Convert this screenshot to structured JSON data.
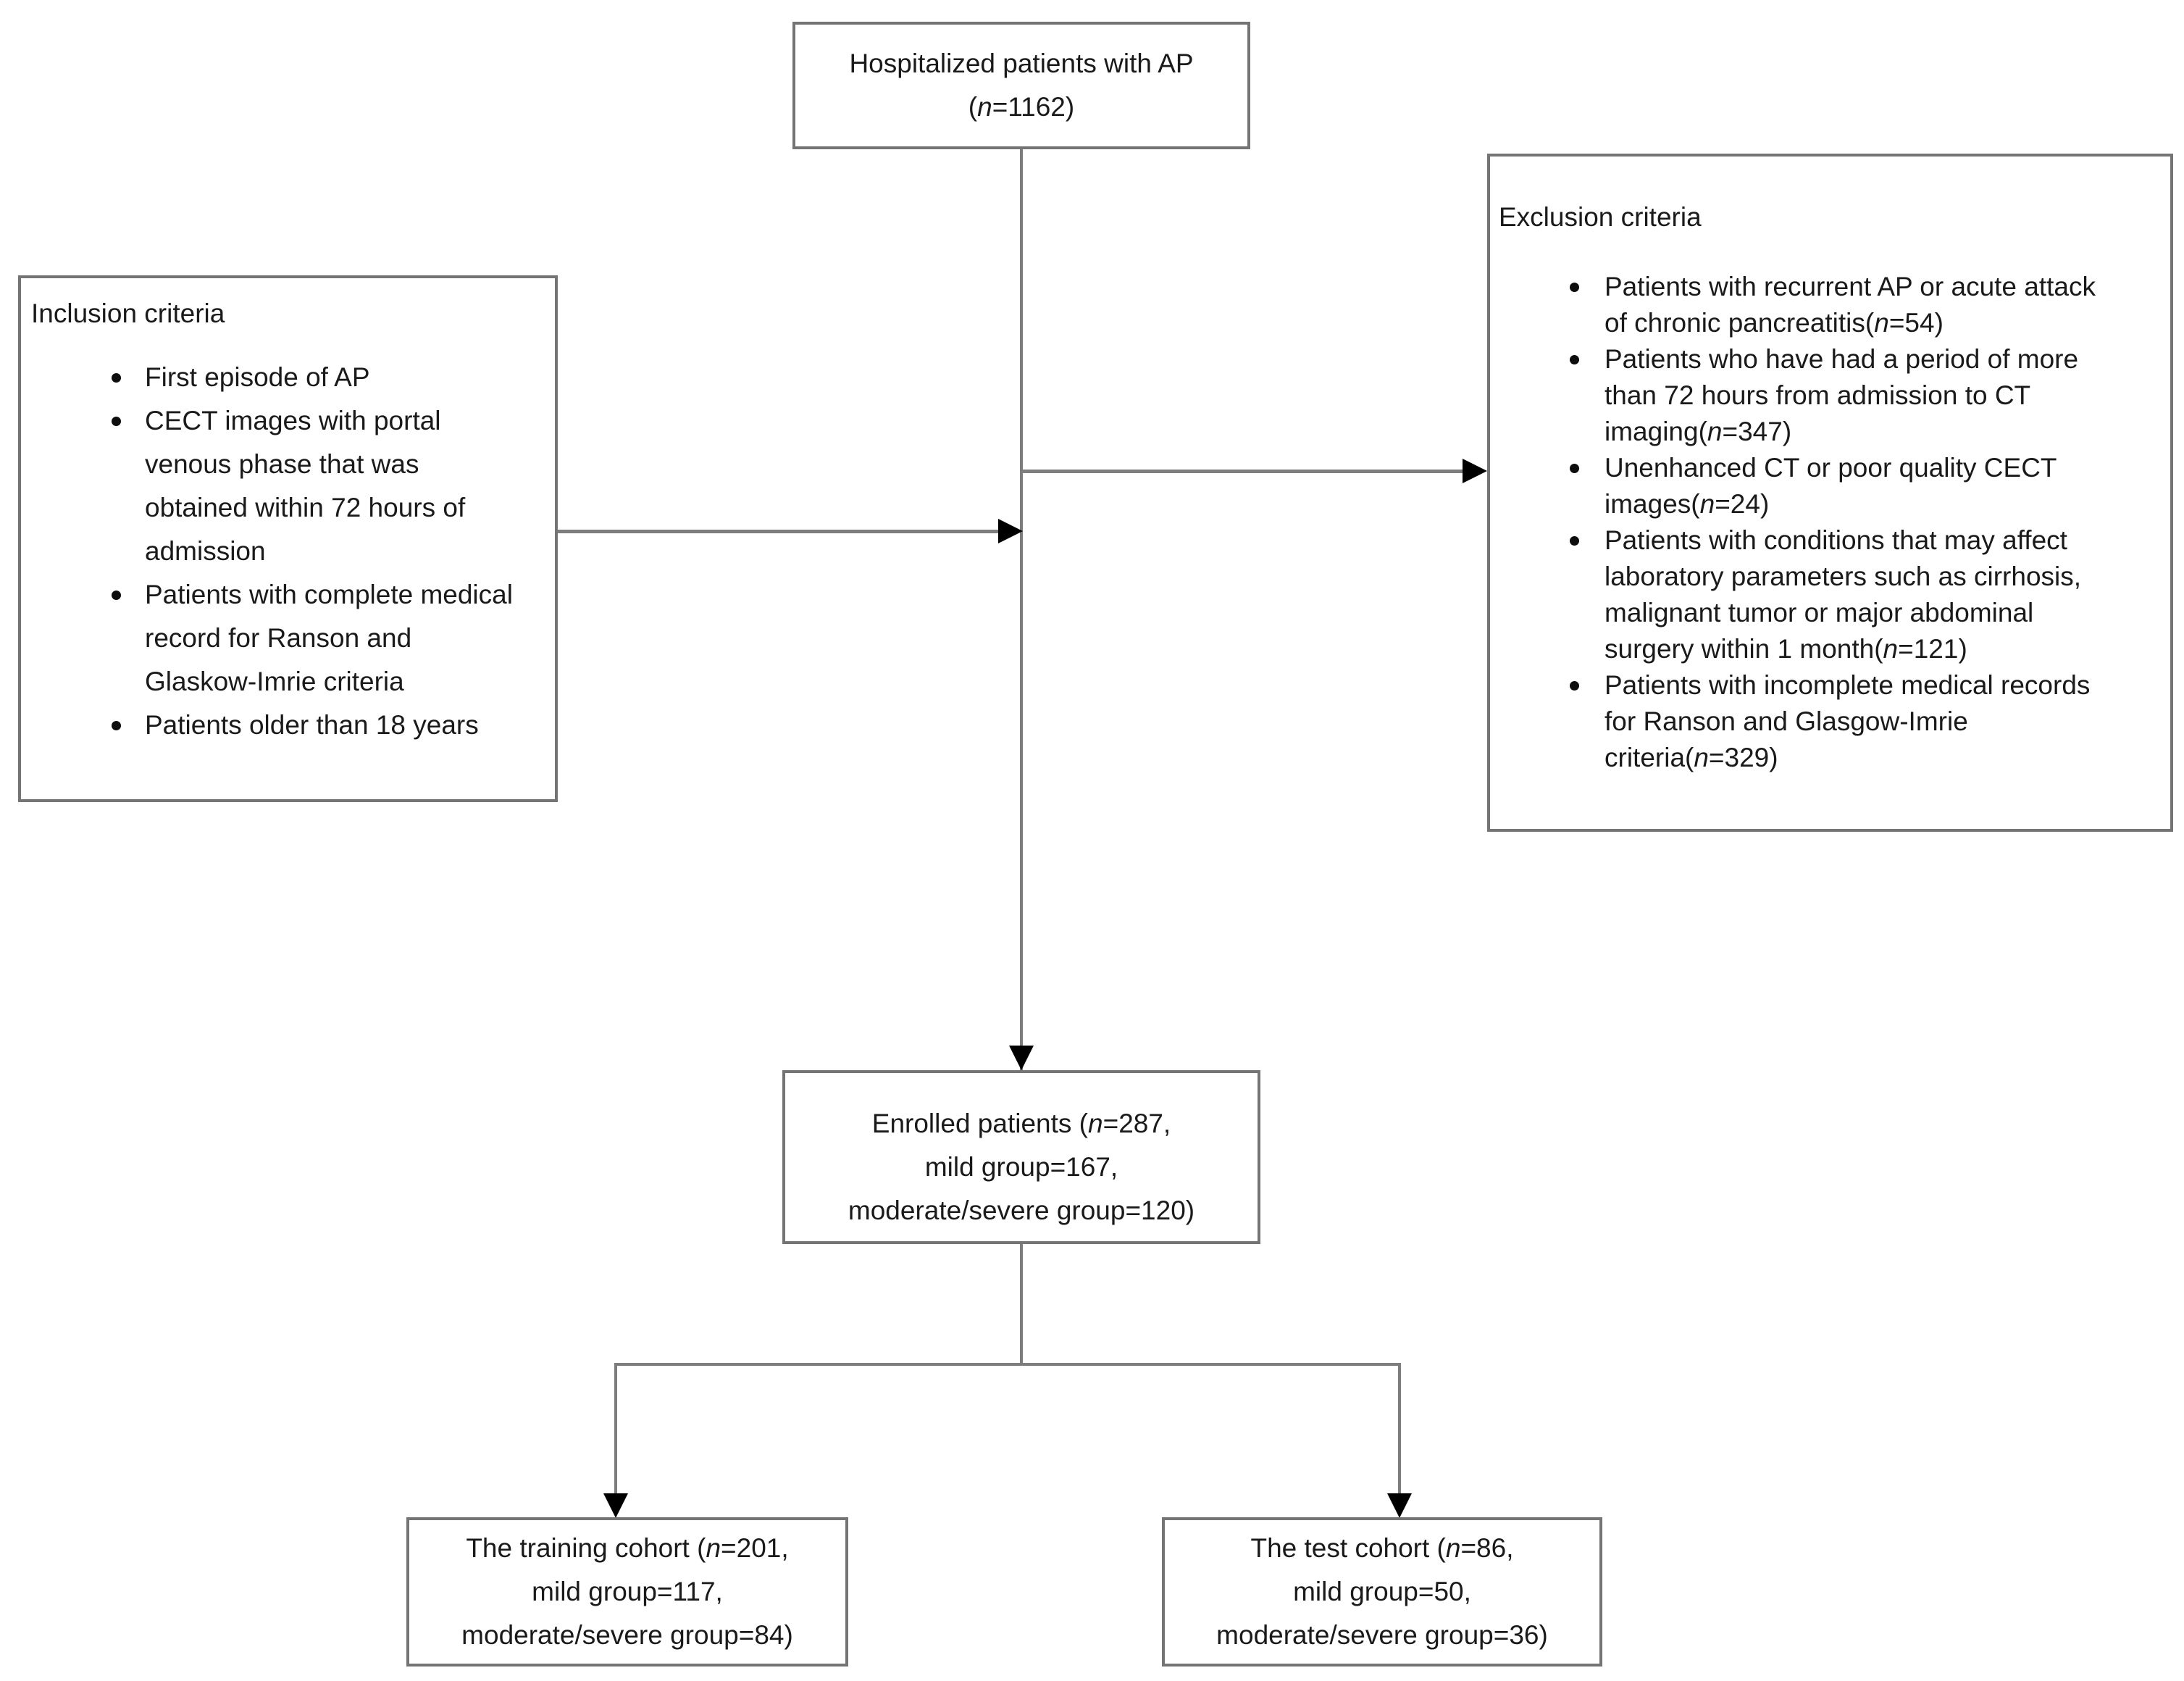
{
  "colors": {
    "border": "#747474",
    "line": "#7d7d7d",
    "arrowhead": "#000000",
    "text": "#1a1a1a",
    "background": "#ffffff"
  },
  "flowchart": {
    "top_box": [
      {
        "t": "Hospitalized patients with AP"
      },
      {
        "br": true
      },
      {
        "t": "("
      },
      {
        "t": "n",
        "i": true
      },
      {
        "t": "=1162)"
      }
    ],
    "inclusion": {
      "title": "Inclusion criteria",
      "bullets": [
        [
          {
            "t": "First episode of AP"
          }
        ],
        [
          {
            "t": "CECT images with portal"
          },
          {
            "br": true
          },
          {
            "t": "venous phase that was"
          },
          {
            "br": true
          },
          {
            "t": "obtained within 72 hours of"
          },
          {
            "br": true
          },
          {
            "t": "admission"
          }
        ],
        [
          {
            "t": "Patients with complete medical"
          },
          {
            "br": true
          },
          {
            "t": "record for Ranson and"
          },
          {
            "br": true
          },
          {
            "t": "Glaskow-Imrie criteria"
          }
        ],
        [
          {
            "t": "Patients older than 18 years"
          }
        ]
      ]
    },
    "exclusion": {
      "title": "Exclusion criteria",
      "bullets": [
        [
          {
            "t": "Patients with recurrent AP or acute attack"
          },
          {
            "br": true
          },
          {
            "t": "of chronic pancreatitis("
          },
          {
            "t": "n",
            "i": true
          },
          {
            "t": "=54)"
          }
        ],
        [
          {
            "t": "Patients who have had a period of more"
          },
          {
            "br": true
          },
          {
            "t": "than 72 hours from admission to CT"
          },
          {
            "br": true
          },
          {
            "t": "imaging("
          },
          {
            "t": "n",
            "i": true
          },
          {
            "t": "=347)"
          }
        ],
        [
          {
            "t": "Unenhanced CT or poor quality CECT"
          },
          {
            "br": true
          },
          {
            "t": "images("
          },
          {
            "t": "n",
            "i": true
          },
          {
            "t": "=24)"
          }
        ],
        [
          {
            "t": "Patients with conditions that may affect"
          },
          {
            "br": true
          },
          {
            "t": "laboratory parameters such as cirrhosis,"
          },
          {
            "br": true
          },
          {
            "t": "malignant tumor or major abdominal"
          },
          {
            "br": true
          },
          {
            "t": "surgery within 1 month("
          },
          {
            "t": "n",
            "i": true
          },
          {
            "t": "=121)"
          }
        ],
        [
          {
            "t": "Patients with incomplete medical records"
          },
          {
            "br": true
          },
          {
            "t": "for Ranson and Glasgow-Imrie"
          },
          {
            "br": true
          },
          {
            "t": "criteria("
          },
          {
            "t": "n",
            "i": true
          },
          {
            "t": "=329)"
          }
        ]
      ]
    },
    "enrolled_box": [
      {
        "t": "Enrolled patients ("
      },
      {
        "t": "n",
        "i": true
      },
      {
        "t": "=287,"
      },
      {
        "br": true
      },
      {
        "t": "mild group=167,"
      },
      {
        "br": true
      },
      {
        "t": "moderate/severe group=120)"
      }
    ],
    "training_box": [
      {
        "t": "The training cohort ("
      },
      {
        "t": "n",
        "i": true
      },
      {
        "t": "=201,"
      },
      {
        "br": true
      },
      {
        "t": "mild group=117,"
      },
      {
        "br": true
      },
      {
        "t": "moderate/severe group=84)"
      }
    ],
    "test_box": [
      {
        "t": "The test cohort ("
      },
      {
        "t": "n",
        "i": true
      },
      {
        "t": "=86,"
      },
      {
        "br": true
      },
      {
        "t": "mild group=50,"
      },
      {
        "br": true
      },
      {
        "t": "moderate/severe group=36)"
      }
    ]
  }
}
